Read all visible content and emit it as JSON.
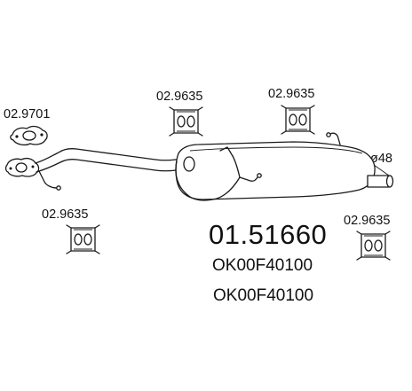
{
  "part_number": "01.51660",
  "oe_references": [
    "OK00F40100",
    "OK00F40100"
  ],
  "diameter_label": "ø48",
  "parts": {
    "gasket": "02.9701",
    "hanger_left_bottom": "02.9635",
    "hanger_center_top": "02.9635",
    "hanger_right_top": "02.9635",
    "hanger_right_bottom": "02.9635"
  }
}
